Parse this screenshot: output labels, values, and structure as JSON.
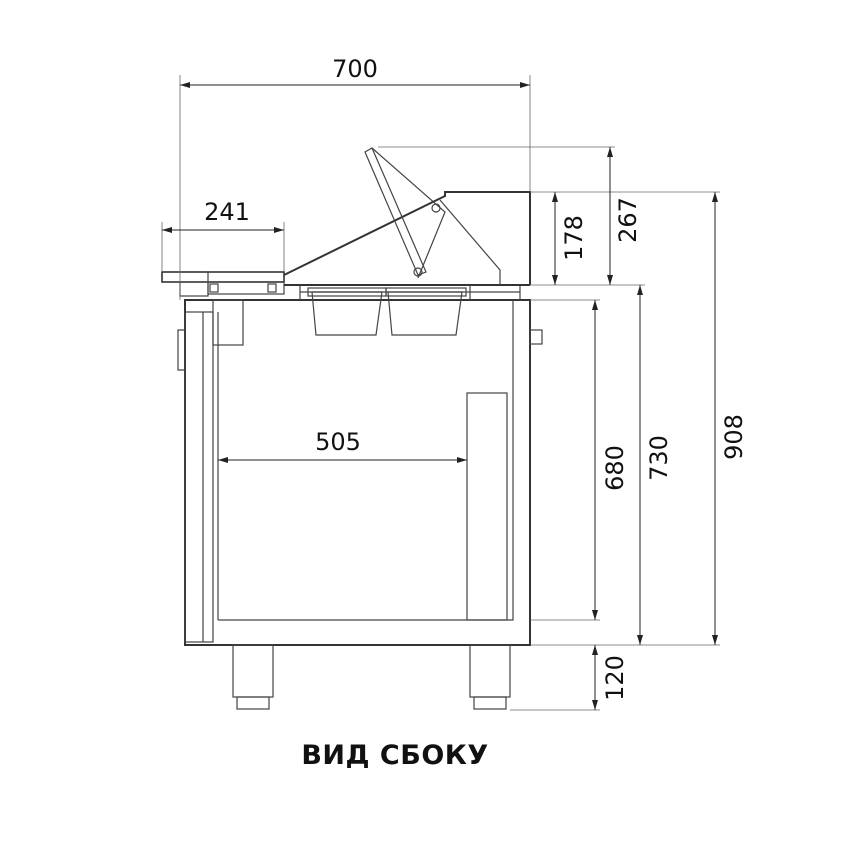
{
  "caption": "ВИД СБОКУ",
  "dimensions": {
    "overall_depth": "700",
    "lid_depth": "241",
    "inner_depth": "505",
    "top_height": "178",
    "lid_height": "267",
    "inner_height": "680",
    "body_height": "730",
    "total_height": "908",
    "leg_height": "120"
  }
}
